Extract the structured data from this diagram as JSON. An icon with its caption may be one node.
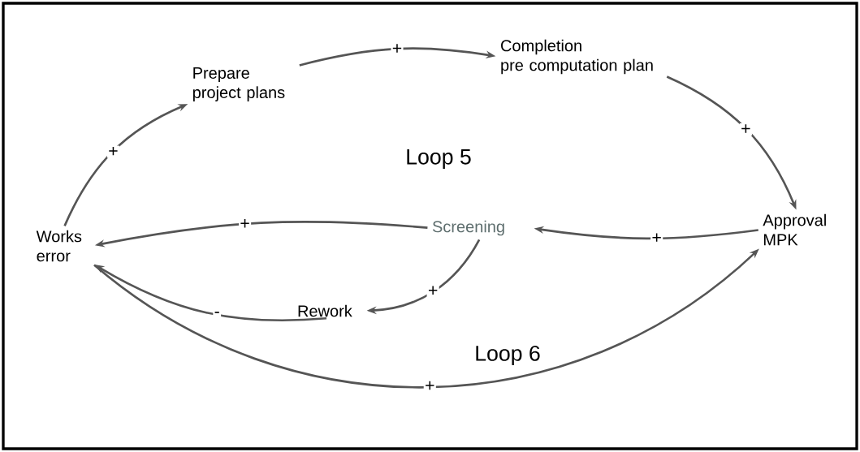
{
  "diagram": {
    "nodes": [
      {
        "text": [
          "Works error"
        ]
      },
      {
        "text": [
          "Prepare project plans"
        ]
      },
      {
        "text": [
          "Completion",
          "pre computation plan"
        ]
      },
      {
        "text": [
          "Approval MPK"
        ]
      },
      {
        "text": [
          "Screening"
        ]
      },
      {
        "text": [
          "Rework"
        ]
      }
    ],
    "edges": [
      {
        "from": 0,
        "to": 1,
        "arrow": "to",
        "label": "+"
      },
      {
        "from": 1,
        "to": 2,
        "arrow": "to",
        "label": "+"
      },
      {
        "from": 2,
        "to": 3,
        "arrow": "to",
        "label": "+"
      },
      {
        "from": 3,
        "to": 4,
        "arrow": "to",
        "label": "+"
      },
      {
        "from": 4,
        "to": 0,
        "arrow": "to",
        "label": "+"
      },
      {
        "from": 4,
        "to": 5,
        "arrow": "to",
        "label": "+"
      },
      {
        "from": 5,
        "to": 0,
        "arrow": "to",
        "label": "-"
      },
      {
        "from": 0,
        "to": 3,
        "arrow": "to",
        "label": "+"
      }
    ],
    "labels": [
      "Loop 5",
      "Loop 6"
    ]
  }
}
